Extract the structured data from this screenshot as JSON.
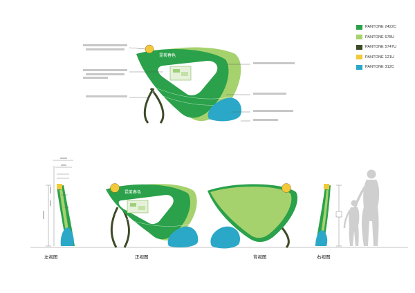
{
  "legend": [
    {
      "label": "PANTONE 2422C",
      "color": "#2aa14a"
    },
    {
      "label": "PANTONE 578U",
      "color": "#a6d26e"
    },
    {
      "label": "PANTONE 5747U",
      "color": "#3d4a28"
    },
    {
      "label": "PANTONE 121U",
      "color": "#f3c93a"
    },
    {
      "label": "PANTONE 312C",
      "color": "#2ba8c8"
    }
  ],
  "sign_title": "昆茗春色",
  "views": {
    "left": "左视图",
    "front": "正视图",
    "back": "背视图",
    "right": "右视图"
  },
  "colors": {
    "green_dark": "#2aa14a",
    "green_light": "#a6d26e",
    "olive": "#3d4a28",
    "yellow": "#f3c93a",
    "blue": "#2ba8c8"
  }
}
